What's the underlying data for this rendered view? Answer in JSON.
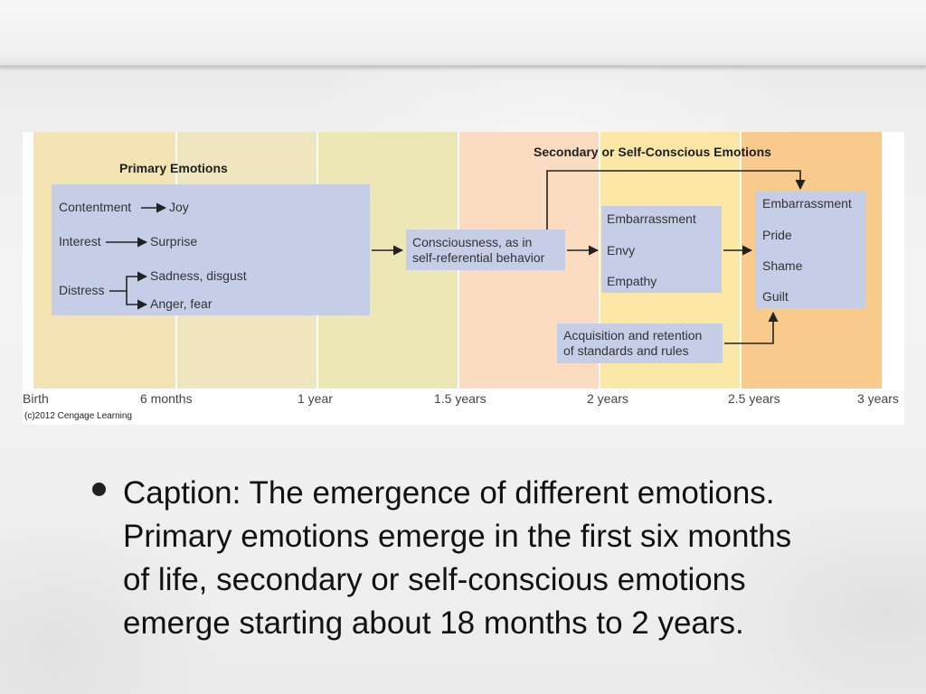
{
  "figure": {
    "primary_title": "Primary Emotions",
    "secondary_title": "Secondary or Self-Conscious Emotions",
    "primary_box": {
      "contentment": "Contentment",
      "joy": "Joy",
      "interest": "Interest",
      "surprise": "Surprise",
      "distress": "Distress",
      "sadness": "Sadness, disgust",
      "anger": "Anger, fear"
    },
    "consciousness_box": [
      "Consciousness, as in",
      "self-referential behavior"
    ],
    "middle_box": [
      "Embarrassment",
      "Envy",
      "Empathy"
    ],
    "final_box": [
      "Embarrassment",
      "Pride",
      "Shame",
      "Guilt"
    ],
    "standards_box": [
      "Acquisition and retention",
      "of standards and rules"
    ],
    "timeline": [
      "Birth",
      "6 months",
      "1 year",
      "1.5 years",
      "2 years",
      "2.5 years",
      "3 years"
    ],
    "copyright": "(c)2012 Cengage Learning",
    "colors": {
      "band_birth_6mo": "#f4e4b4",
      "band_6mo_1yr": "#efe5be",
      "band_1yr_1_5yr": "#ece7b4",
      "band_1_5yr_2yr": "#fcdcc0",
      "band_2yr_2_5yr": "#fbe8a6",
      "band_2_5yr_3yr": "#f8ca8c",
      "box_fill": "#c6cde6",
      "arrow": "#222222"
    }
  },
  "caption": {
    "bullet_icon": "bullet-dot",
    "text": "Caption: The emergence of different emotions. Primary emotions emerge in the first six months of life, secondary or self-conscious emotions emerge starting about 18 months to 2 years."
  }
}
